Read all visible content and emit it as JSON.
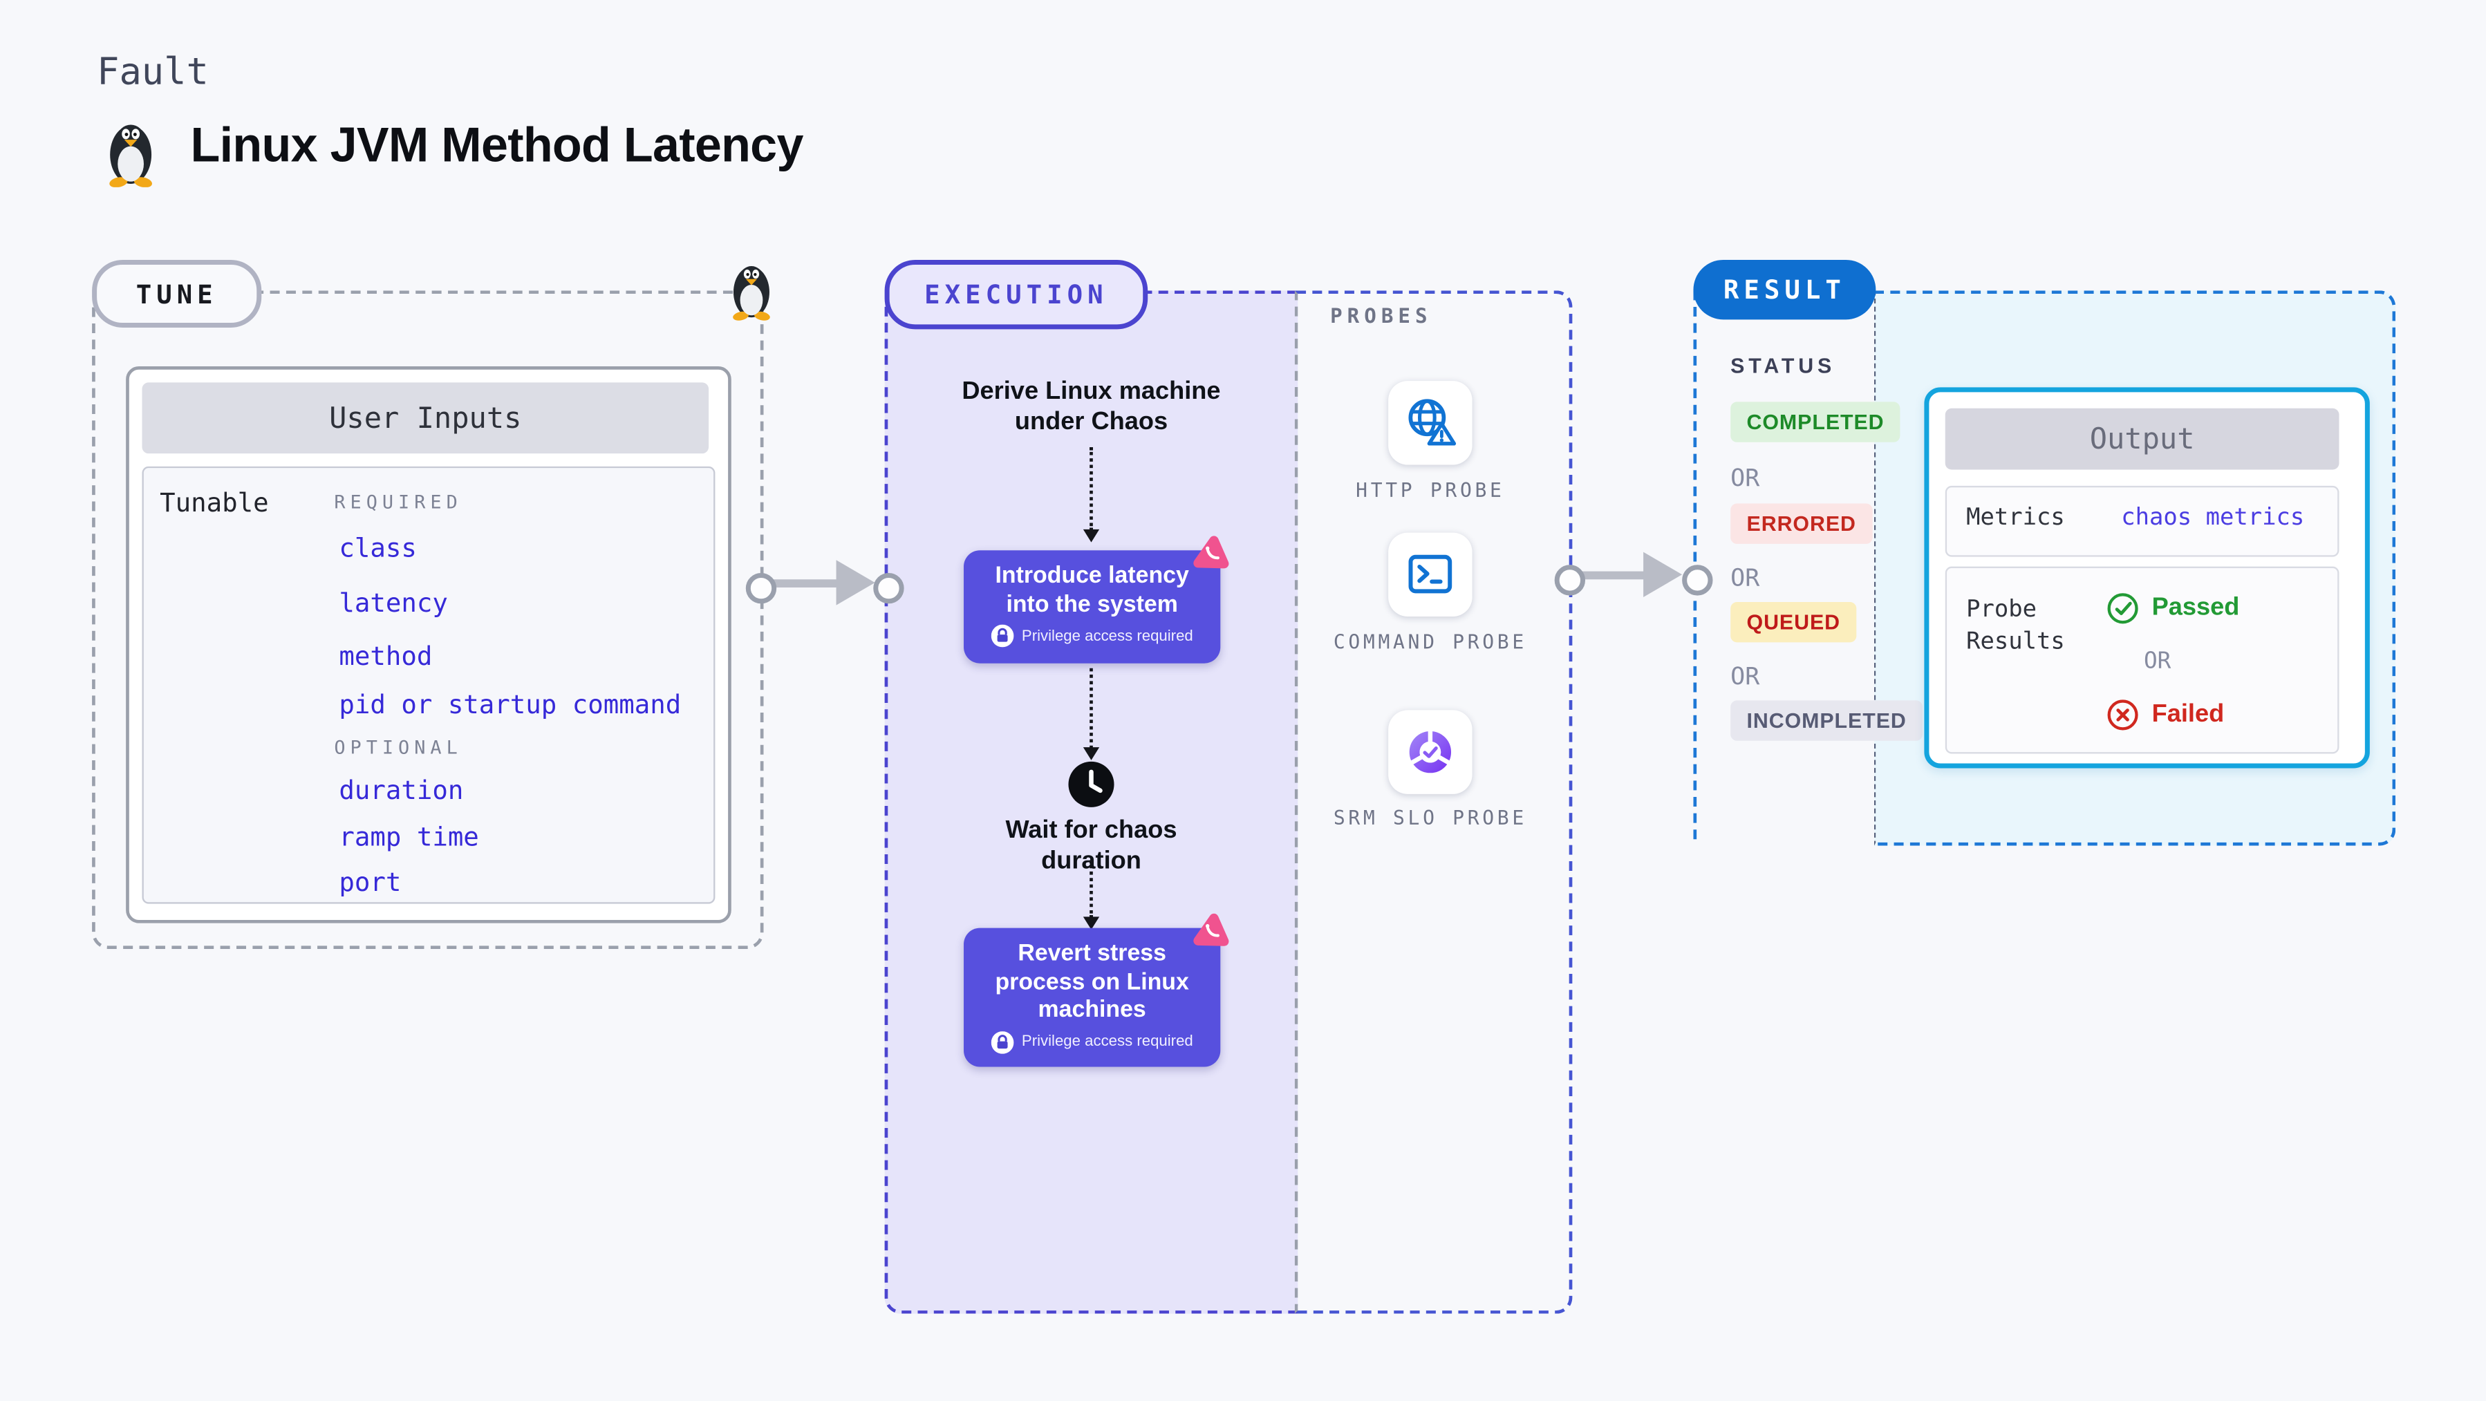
{
  "page": {
    "label": "Fault",
    "title": "Linux JVM Method Latency"
  },
  "tune": {
    "badge": "TUNE",
    "card_header": "User Inputs",
    "row_label": "Tunable",
    "required_label": "REQUIRED",
    "required_items": [
      "class",
      "latency",
      "method",
      "pid or startup command"
    ],
    "optional_label": "OPTIONAL",
    "optional_items": [
      "duration",
      "ramp time",
      "port"
    ]
  },
  "execution": {
    "badge": "EXECUTION",
    "derive_label": "Derive Linux machine under Chaos",
    "wait_label": "Wait for chaos duration",
    "steps": [
      {
        "label": "Introduce latency into the system",
        "note": "Privilege access required"
      },
      {
        "label": "Revert stress process on Linux machines",
        "note": "Privilege access required"
      }
    ]
  },
  "probes": {
    "label": "PROBES",
    "items": [
      {
        "name": "HTTP PROBE",
        "icon": "globe-alert-icon"
      },
      {
        "name": "COMMAND PROBE",
        "icon": "terminal-icon"
      },
      {
        "name": "SRM SLO PROBE",
        "icon": "slo-donut-icon"
      }
    ]
  },
  "result": {
    "badge": "RESULT",
    "status_label": "STATUS",
    "or_label": "OR",
    "statuses": [
      {
        "label": "COMPLETED",
        "fg": "#1d8a28",
        "bg": "#ddf2dd"
      },
      {
        "label": "ERRORED",
        "fg": "#c3281f",
        "bg": "#fbe5e5"
      },
      {
        "label": "QUEUED",
        "fg": "#bf1a1a",
        "bg": "#fbeebd"
      },
      {
        "label": "INCOMPLETED",
        "fg": "#575b74",
        "bg": "#e7e7ef"
      }
    ],
    "output": {
      "header": "Output",
      "metrics_label": "Metrics",
      "metrics_value": "chaos metrics",
      "probe_results_label": "Probe Results",
      "passed_label": "Passed",
      "or_label": "OR",
      "failed_label": "Failed"
    }
  },
  "colors": {
    "page_bg": "#f7f8fb",
    "gray_dash": "#9aa0ac",
    "indigo": "#4b44cf",
    "lavender_bg": "#e6e4fa",
    "step_purple": "#5750de",
    "pink_accent": "#f0538f",
    "probe_icon_blue": "#1173d3",
    "result_blue": "#0f6fd0",
    "result_dash_blue": "#1e78d6",
    "cyan_border": "#14a4de",
    "cyan_bg": "#e9f6fc",
    "value_blue": "#4b3de2",
    "passed_green": "#229a35",
    "failed_red": "#d0281f"
  }
}
